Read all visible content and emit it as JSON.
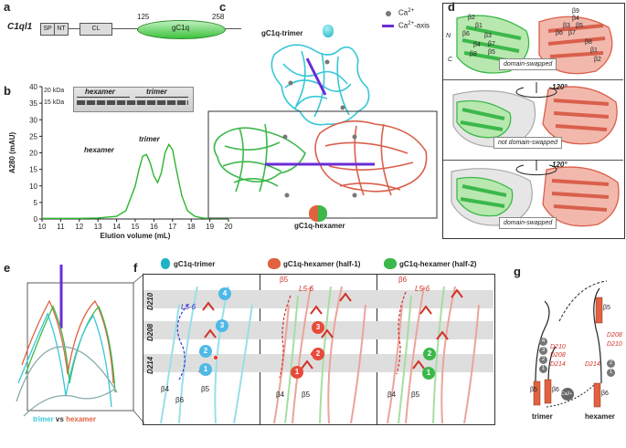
{
  "panels": {
    "a": {
      "label": "a",
      "gene": "C1ql1",
      "domains": [
        "SP",
        "NT",
        "CL",
        "gC1q"
      ],
      "start": "125",
      "end": "258"
    },
    "b": {
      "label": "b",
      "gel_labels": [
        "hexamer",
        "trimer"
      ],
      "markers": [
        "20 kDa",
        "15 kDa"
      ],
      "peak_labels": [
        "hexamer",
        "trimer"
      ]
    },
    "c": {
      "label": "c",
      "trimer_title": "gC1q-trimer",
      "hexamer_title": "gC1q-hexamer",
      "legend_ca": "Ca",
      "legend_ca_sup": "2+",
      "legend_axis": "Ca",
      "legend_axis_sup": "2+",
      "legend_axis_suffix": "-axis"
    },
    "d": {
      "label": "d",
      "rot1": "120°",
      "rot2": "120°",
      "tag1": "domain-swapped",
      "tag2": "not domain-swapped",
      "tag3": "domain-swapped",
      "nterm": "N",
      "cterm": "C",
      "strands_left": [
        "β2",
        "β1",
        "β6",
        "β3",
        "β7",
        "β4",
        "β5",
        "β8"
      ],
      "strands_right": [
        "β9",
        "β4",
        "β3",
        "β5",
        "β6",
        "β7",
        "β8",
        "β1",
        "β2"
      ]
    },
    "e": {
      "label": "e",
      "caption_a": "trimer",
      "caption_vs": "vs",
      "caption_b": "hexamer"
    },
    "f": {
      "label": "f",
      "titles": [
        "gC1q-trimer",
        "gC1q-hexamer (half-1)",
        "gC1q-hexamer (half-2)"
      ],
      "residues": [
        "D210",
        "D208",
        "D214"
      ],
      "loop": "L5-6",
      "strands1": [
        "β4",
        "β6",
        "β5"
      ],
      "strands2": [
        "β5",
        "β4",
        "β5"
      ],
      "strands3": [
        "β6",
        "β4",
        "β5"
      ],
      "sites1": [
        "4",
        "3",
        "2",
        "1"
      ],
      "sites2": [
        "3",
        "2",
        "1"
      ],
      "sites3": [
        "2",
        "1"
      ]
    },
    "g": {
      "label": "g",
      "left_caption": "trimer",
      "right_caption": "hexamer",
      "strands": [
        "β5",
        "β6",
        "β5",
        "β6"
      ],
      "res_left": [
        "D210",
        "D208",
        "D214"
      ],
      "res_right": [
        "D208",
        "D210",
        "D214"
      ],
      "sites": [
        "4",
        "3",
        "2",
        "1",
        "2",
        "1"
      ],
      "ion": "Ca2+"
    }
  },
  "chart_data": {
    "type": "line",
    "title": "",
    "xlabel": "Elution volume (mL)",
    "ylabel": "A280 (mAU)",
    "xlim": [
      10,
      20
    ],
    "ylim": [
      0,
      40
    ],
    "xticks": [
      10,
      11,
      12,
      13,
      14,
      15,
      16,
      17,
      18,
      19,
      20
    ],
    "yticks": [
      0,
      5,
      10,
      15,
      20,
      25,
      30,
      35,
      40
    ],
    "series": [
      {
        "x": [
          10,
          12,
          13,
          14,
          14.5,
          15,
          15.2,
          15.4,
          15.6,
          15.8,
          16.0,
          16.2,
          16.4,
          16.6,
          16.8,
          17.0,
          17.2,
          17.5,
          17.8,
          18.2,
          18.6,
          19,
          20
        ],
        "y": [
          0.2,
          0.2,
          0.3,
          0.8,
          2.5,
          10,
          15,
          19,
          19.5,
          17,
          13,
          11,
          14,
          20,
          22.5,
          21,
          15,
          7,
          2.5,
          0.8,
          0.3,
          0.2,
          0.2
        ]
      }
    ]
  }
}
